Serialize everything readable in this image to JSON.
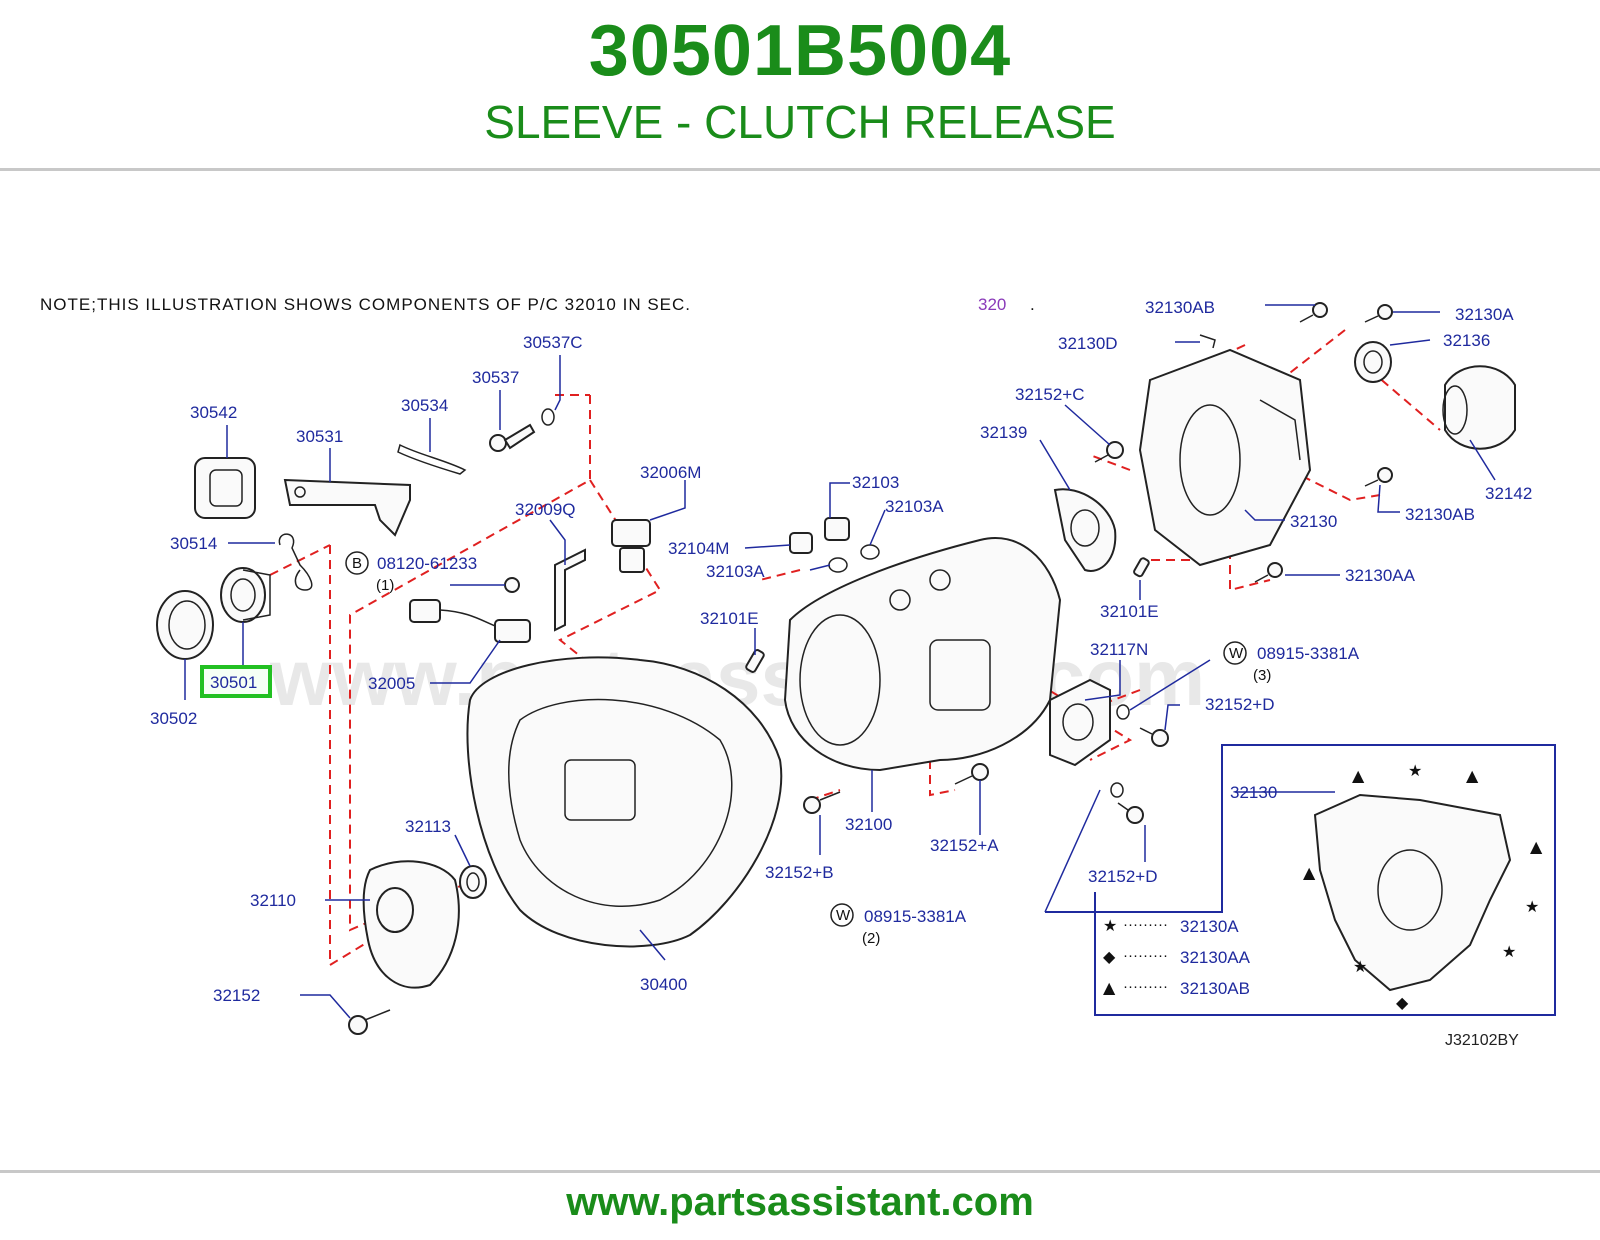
{
  "header": {
    "part_number": "30501B5004",
    "part_name": "SLEEVE - CLUTCH RELEASE"
  },
  "footer": {
    "url": "www.partsassistant.com"
  },
  "diagram": {
    "note": "NOTE;THIS ILLUSTRATION SHOWS COMPONENTS OF P/C 32010 IN SEC.",
    "section": "320",
    "section_dot": ".",
    "watermark": "www.partsassistant.com",
    "drawing_code": "J32102BY",
    "highlighted_part": "30501",
    "labels": {
      "p30542": "30542",
      "p30531": "30531",
      "p30534": "30534",
      "p30537": "30537",
      "p30537c": "30537C",
      "p30514": "30514",
      "p30502": "30502",
      "p30501": "30501",
      "p32006m": "32006M",
      "p32009q": "32009Q",
      "p32104m": "32104M",
      "p32103a_1": "32103A",
      "p32103": "32103",
      "p32103a_2": "32103A",
      "p32101e_1": "32101E",
      "p32005": "32005",
      "p32113": "32113",
      "p32110": "32110",
      "p32152": "32152",
      "p30400": "30400",
      "p32100": "32100",
      "p32152b": "32152+B",
      "p32152a": "32152+A",
      "p32152d_1": "32152+D",
      "p32152d_2": "32152+D",
      "p32117n": "32117N",
      "p32139": "32139",
      "p32152c": "32152+C",
      "p32130d": "32130D",
      "p32130ab_1": "32130AB",
      "p32130a": "32130A",
      "p32136": "32136",
      "p32142": "32142",
      "p32130ab_2": "32130AB",
      "p32130": "32130",
      "p32130aa": "32130AA",
      "p32101e_2": "32101E",
      "p32130_inset": "32130"
    },
    "callouts": {
      "b_letter": "B",
      "b_part": "08120-61233",
      "b_qty": "(1)",
      "w1_letter": "W",
      "w1_part": "08915-3381A",
      "w1_qty": "(3)",
      "w2_letter": "W",
      "w2_part": "08915-3381A",
      "w2_qty": "(2)"
    },
    "legend": [
      {
        "symbol": "★",
        "dots": "·········",
        "part": "32130A"
      },
      {
        "symbol": "◆",
        "dots": "·········",
        "part": "32130AA"
      },
      {
        "symbol": "▲",
        "dots": "·········",
        "part": "32130AB"
      }
    ]
  }
}
